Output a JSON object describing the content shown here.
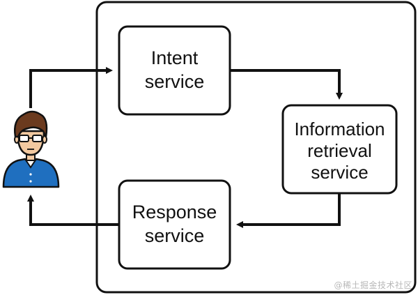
{
  "nodes": {
    "intent": {
      "line1": "Intent",
      "line2": "service"
    },
    "retrieval": {
      "line1": "Information",
      "line2": "retrieval",
      "line3": "service"
    },
    "response": {
      "line1": "Response",
      "line2": "service"
    }
  },
  "user_icon": "user-avatar-icon",
  "watermark": "@稀土掘金技术社区",
  "colors": {
    "stroke": "#111111",
    "avatar_shirt": "#1f6fbf",
    "avatar_skin": "#f2c9a0",
    "avatar_hair": "#6b3a1e"
  }
}
